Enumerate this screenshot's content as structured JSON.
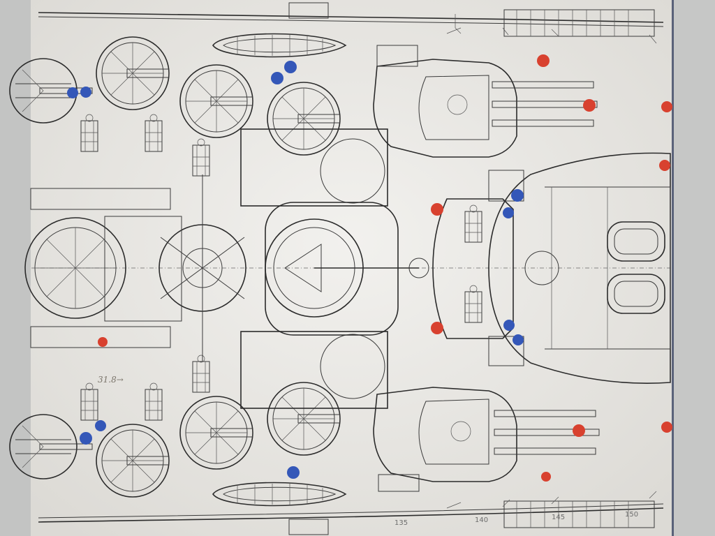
{
  "photo": {
    "subject": "",
    "annotations": {
      "handwritten": "31.8→",
      "frame_numbers": [
        "135",
        "140",
        "145",
        "150"
      ]
    },
    "colors": {
      "background": "#c9cac9",
      "paper": "#ecebe7",
      "ink": "#2b2b2b",
      "red_marker": "#d8412f",
      "blue_marker": "#3457b8"
    }
  }
}
